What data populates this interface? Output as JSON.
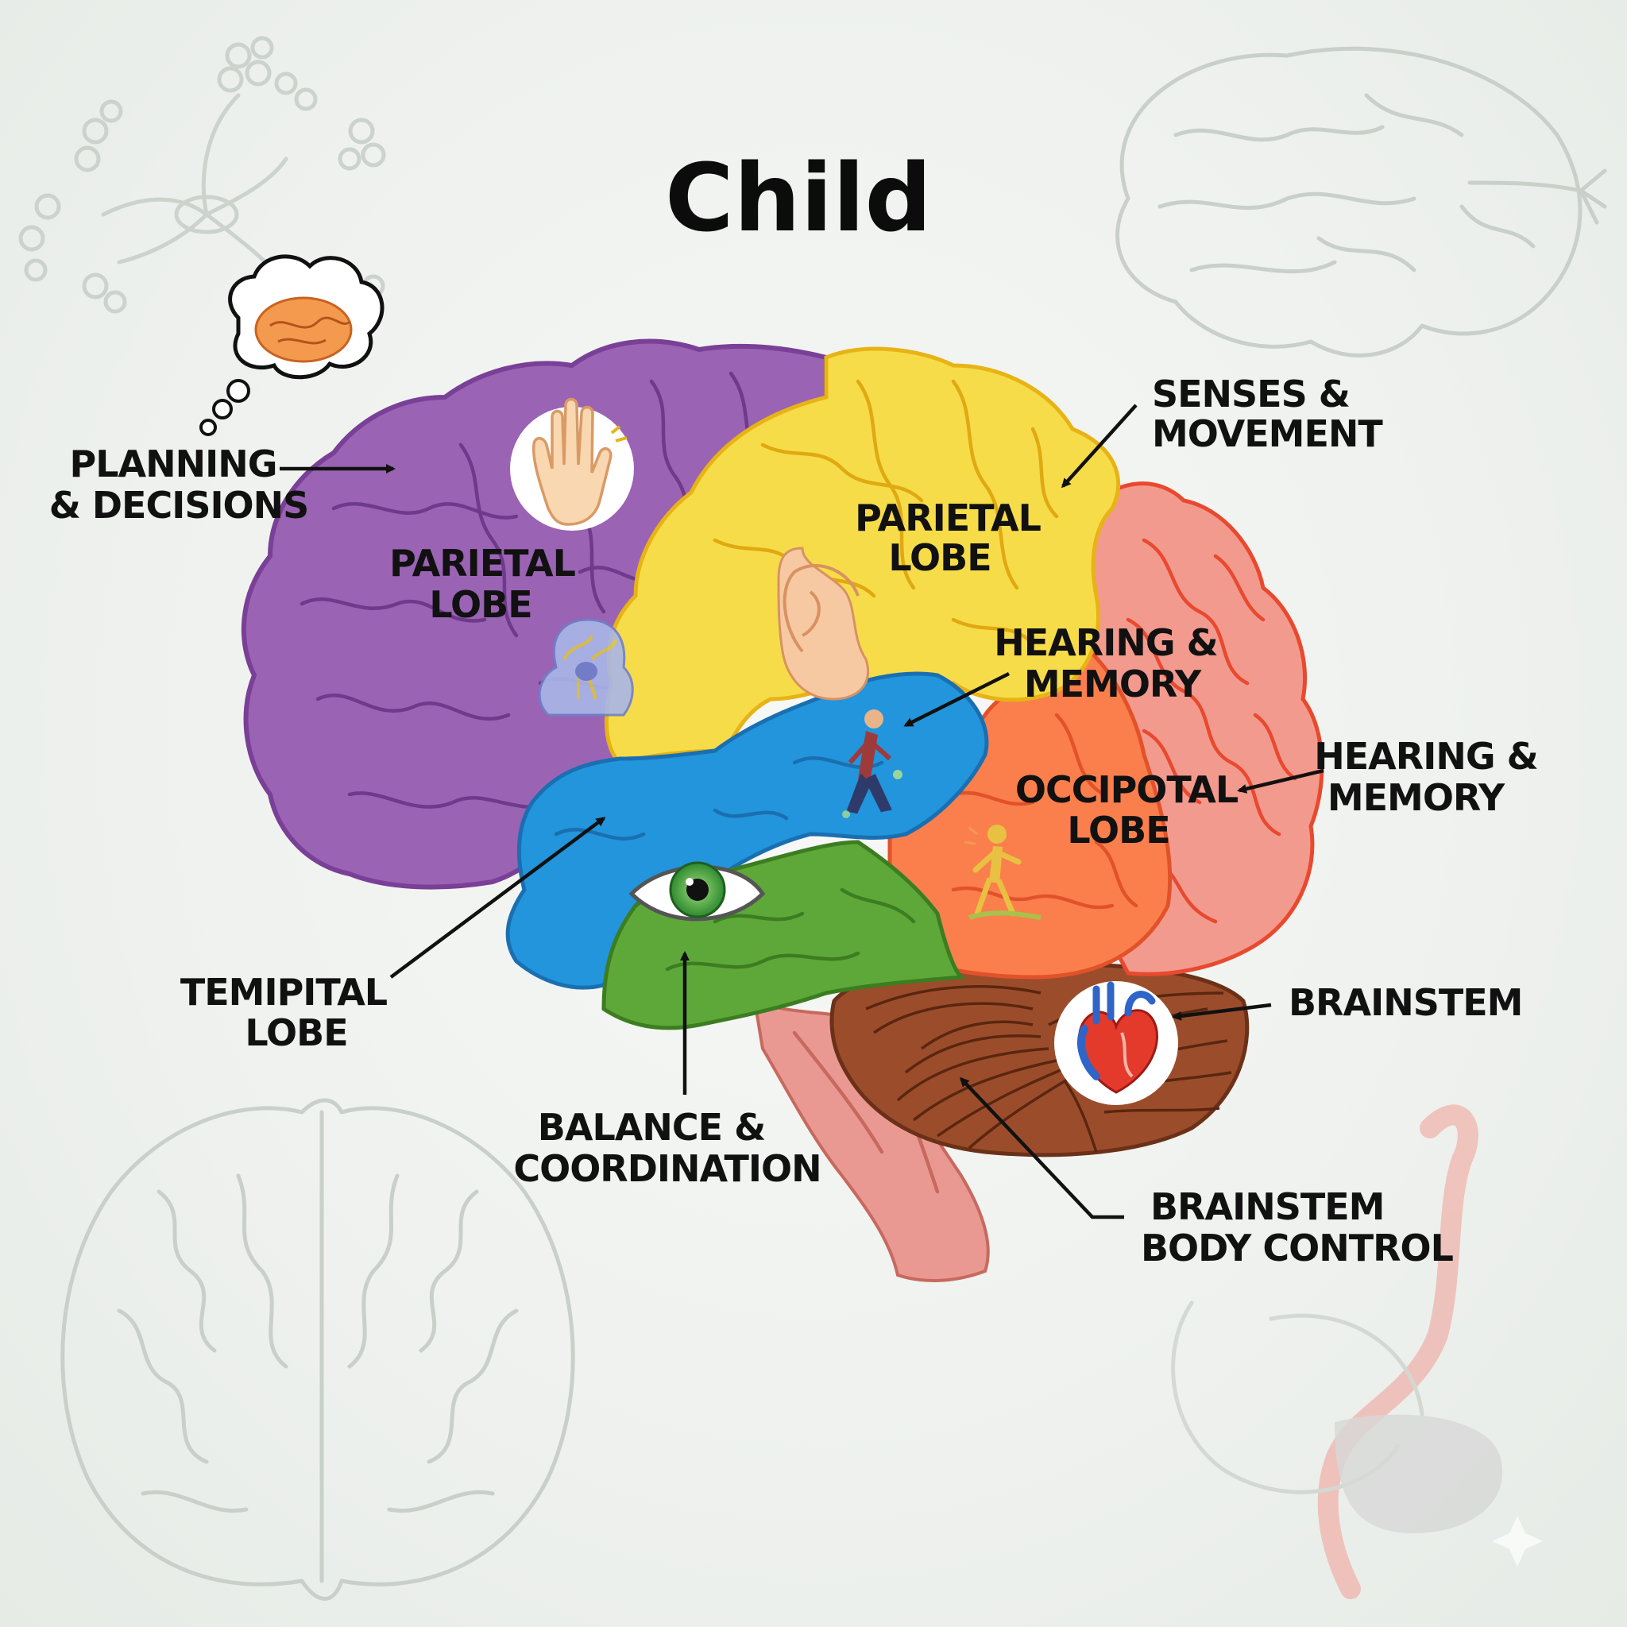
{
  "title": "Child",
  "labels": {
    "planning": [
      "PLANNING",
      "& DECISIONS"
    ],
    "parietal_left": [
      "PARIETAL",
      "LOBE"
    ],
    "parietal_top": [
      "PARIETAL",
      "LOBE"
    ],
    "senses": [
      "SENSES &",
      "MOVEMENT"
    ],
    "hearing_center": [
      "HEARING &",
      "MEMORY"
    ],
    "hearing_right": [
      "HEARING &",
      "MEMORY"
    ],
    "occipital": [
      "OCCIPOTAL",
      "LOBE"
    ],
    "brainstem": "BRAINSTEM",
    "temporal": [
      "TEMIPITAL",
      "LOBE"
    ],
    "balance": [
      "BALANCE &",
      "COORDINATION"
    ],
    "brainstem_body": [
      "BRAINSTEM",
      "BODY CONTROL"
    ]
  },
  "regions": [
    {
      "name": "frontal",
      "color": "#9a63b4"
    },
    {
      "name": "parietal",
      "color": "#f7dc4a"
    },
    {
      "name": "blue-lobe",
      "color": "#2295dc"
    },
    {
      "name": "green-lobe",
      "color": "#5ea83a"
    },
    {
      "name": "occipital",
      "color": "#fb7f4c"
    },
    {
      "name": "back-pink",
      "color": "#f39a8e"
    },
    {
      "name": "cerebellum",
      "color": "#9b4d2b"
    },
    {
      "name": "brainstem",
      "color": "#ea9992"
    }
  ],
  "icons": [
    "thought-bubble-brain-icon",
    "hand-icon",
    "neuron-head-icon",
    "ear-icon",
    "walking-person-icon",
    "eye-icon",
    "balancing-figure-icon",
    "heart-icon"
  ]
}
